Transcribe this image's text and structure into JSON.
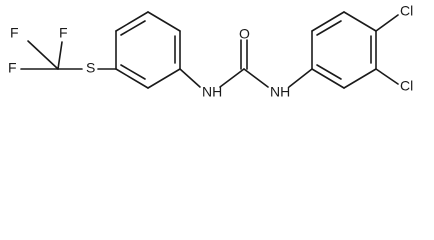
{
  "molecule": {
    "atoms": {
      "f_top_left": "F",
      "f_top_right": "F",
      "f_left": "F",
      "sulfur": "S",
      "nh_left": "NH",
      "oxygen": "O",
      "nh_right": "NH",
      "cl_top": "Cl",
      "cl_bottom": "Cl"
    }
  }
}
